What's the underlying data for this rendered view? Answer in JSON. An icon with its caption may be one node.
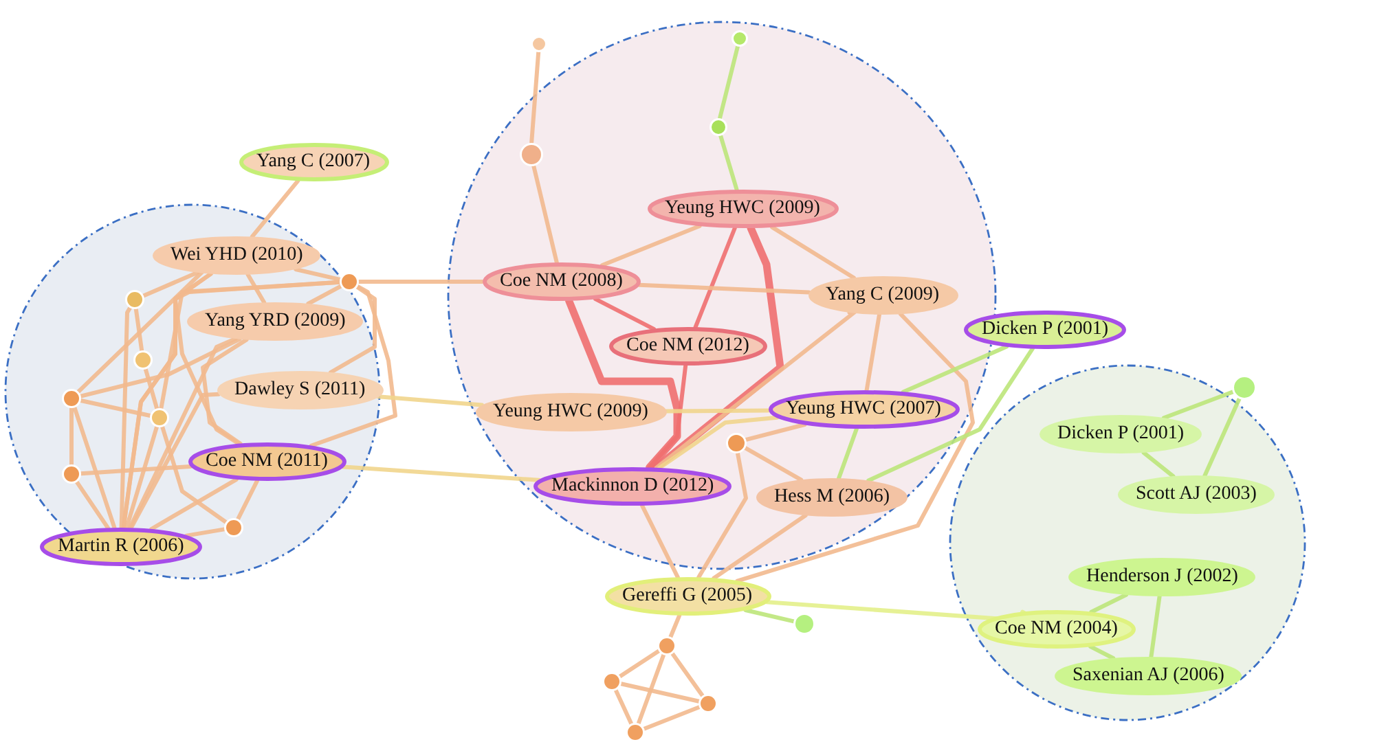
{
  "diagram": {
    "nodes": [
      {
        "text": [
          "Yang C (2007)"
        ]
      },
      {
        "text": [],
        "shape": "circle"
      },
      {
        "text": [
          "Wei YHD (2010)"
        ],
        "in": 1
      },
      {
        "text": [
          "Yang YRD (2009)"
        ],
        "in": 1
      },
      {
        "text": [],
        "shape": "circle",
        "in": 1
      },
      {
        "text": [],
        "shape": "circle",
        "in": 1
      },
      {
        "text": [],
        "shape": "circle",
        "in": 1
      },
      {
        "text": [],
        "shape": "circle",
        "in": 1
      },
      {
        "text": [
          "Dawley S (2011)"
        ],
        "in": 1
      },
      {
        "text": [],
        "shape": "circle",
        "in": 1
      },
      {
        "text": [
          "Coe NM (2011)"
        ],
        "in": 1
      },
      {
        "text": [],
        "shape": "circle",
        "in": 1
      },
      {
        "text": [],
        "shape": "circle",
        "in": 1
      },
      {
        "text": [
          "Martin R (2006)"
        ],
        "in": 1
      },
      {
        "text": [],
        "shape": "circle"
      },
      {
        "text": [],
        "shape": "circle"
      },
      {
        "text": [],
        "shape": "circle",
        "in": 14
      },
      {
        "text": [],
        "shape": "circle",
        "in": 14
      },
      {
        "text": [],
        "shape": "circle",
        "in": 14
      },
      {
        "text": [
          "Yeung HWC (2009)"
        ],
        "in": 14
      },
      {
        "text": [
          "Coe NM (2008)"
        ],
        "in": 14
      },
      {
        "text": [
          "Coe NM (2012)"
        ],
        "in": 14
      },
      {
        "text": [
          "Yang C (2009)"
        ],
        "in": 14
      },
      {
        "text": [
          "Dicken P (2001)"
        ]
      },
      {
        "text": [
          "Yeung HWC (2009)"
        ],
        "in": 14
      },
      {
        "text": [
          "Yeung HWC (2007)"
        ],
        "in": 14
      },
      {
        "text": [],
        "shape": "circle",
        "in": 14
      },
      {
        "text": [
          "Mackinnon D (2012)"
        ],
        "in": 14
      },
      {
        "text": [
          "Hess M (2006)"
        ],
        "in": 14
      },
      {
        "text": [
          "Gereffi G (2005)"
        ]
      },
      {
        "text": [],
        "shape": "circle"
      },
      {
        "text": [],
        "shape": "circle"
      },
      {
        "text": [],
        "shape": "circle"
      },
      {
        "text": [],
        "shape": "circle"
      },
      {
        "text": [],
        "shape": "circle"
      },
      {
        "text": [],
        "shape": "circle"
      },
      {
        "text": [],
        "shape": "circle"
      },
      {
        "text": [
          "Dicken P (2001)"
        ],
        "in": 35
      },
      {
        "text": [
          "Scott AJ (2003)"
        ],
        "in": 35
      },
      {
        "text": [
          "Henderson J (2002)"
        ],
        "in": 35
      },
      {
        "text": [
          "Coe NM (2004)"
        ],
        "in": 35
      },
      {
        "text": [
          "Saxenian AJ (2006)"
        ],
        "in": 35
      }
    ],
    "edges": [
      {
        "from": 2,
        "to": 0,
        "arrow": "none"
      },
      {
        "from": 2,
        "to": 4,
        "arrow": "none"
      },
      {
        "from": 2,
        "to": 3,
        "arrow": "none"
      },
      {
        "from": 5,
        "to": 2,
        "arrow": "none"
      },
      {
        "from": 7,
        "to": 2,
        "arrow": "none"
      },
      {
        "from": 2,
        "to": 10,
        "arrow": "none"
      },
      {
        "from": 13,
        "to": 2,
        "arrow": "none"
      },
      {
        "from": 3,
        "to": 4,
        "arrow": "none"
      },
      {
        "from": 7,
        "to": 3,
        "arrow": "none"
      },
      {
        "from": 3,
        "to": 10,
        "arrow": "none"
      },
      {
        "from": 13,
        "to": 3,
        "arrow": "none"
      },
      {
        "from": 8,
        "to": 4,
        "arrow": "none"
      },
      {
        "from": 9,
        "to": 4,
        "arrow": "none"
      },
      {
        "from": 10,
        "to": 4,
        "arrow": "none"
      },
      {
        "from": 13,
        "to": 4,
        "arrow": "none"
      },
      {
        "from": 4,
        "to": 20,
        "arrow": "none"
      },
      {
        "from": 5,
        "to": 6,
        "arrow": "none"
      },
      {
        "from": 13,
        "to": 5,
        "arrow": "none"
      },
      {
        "from": 9,
        "to": 6,
        "arrow": "none"
      },
      {
        "from": 7,
        "to": 9,
        "arrow": "none"
      },
      {
        "from": 11,
        "to": 7,
        "arrow": "none"
      },
      {
        "from": 13,
        "to": 7,
        "arrow": "none"
      },
      {
        "from": 9,
        "to": 12,
        "arrow": "none"
      },
      {
        "from": 13,
        "to": 9,
        "arrow": "none"
      },
      {
        "from": 11,
        "to": 10,
        "arrow": "none"
      },
      {
        "from": 12,
        "to": 10,
        "arrow": "none"
      },
      {
        "from": 13,
        "to": 10,
        "arrow": "none"
      },
      {
        "from": 13,
        "to": 11,
        "arrow": "none"
      },
      {
        "from": 13,
        "to": 12,
        "arrow": "none"
      },
      {
        "from": 13,
        "to": 8,
        "arrow": "none"
      },
      {
        "from": 8,
        "to": 24,
        "arrow": "none",
        "color": "#f1d58c"
      },
      {
        "from": 10,
        "to": 27,
        "arrow": "none",
        "color": "#f1d58c"
      },
      {
        "from": 17,
        "to": 15,
        "arrow": "none"
      },
      {
        "from": 17,
        "to": 20,
        "arrow": "none"
      },
      {
        "from": 18,
        "to": 16,
        "arrow": "none",
        "color": "#bde67a"
      },
      {
        "from": 18,
        "to": 19,
        "arrow": "none",
        "color": "#bde67a"
      },
      {
        "from": 20,
        "to": 19,
        "arrow": "none"
      },
      {
        "from": 21,
        "to": 19,
        "arrow": "none",
        "color": "#ef6f6f"
      },
      {
        "from": 27,
        "to": 19,
        "arrow": "none",
        "style": "thick",
        "color": "#ef6f6f"
      },
      {
        "from": 19,
        "to": 22,
        "arrow": "none"
      },
      {
        "from": 20,
        "to": 21,
        "arrow": "none",
        "color": "#ef6f6f"
      },
      {
        "from": 20,
        "to": 27,
        "arrow": "none",
        "style": "thick",
        "color": "#ef6f6f"
      },
      {
        "from": 20,
        "to": 22,
        "arrow": "none"
      },
      {
        "from": 27,
        "to": 21,
        "arrow": "none",
        "color": "#ef6f6f"
      },
      {
        "from": 27,
        "to": 22,
        "arrow": "none"
      },
      {
        "from": 22,
        "to": 25,
        "arrow": "none"
      },
      {
        "from": 29,
        "to": 22,
        "arrow": "none"
      },
      {
        "from": 24,
        "to": 25,
        "arrow": "none",
        "color": "#f1d58c"
      },
      {
        "from": 27,
        "to": 25,
        "arrow": "none",
        "color": "#f1d58c"
      },
      {
        "from": 25,
        "to": 23,
        "arrow": "none",
        "color": "#bde67a"
      },
      {
        "from": 25,
        "to": 28,
        "arrow": "none",
        "color": "#bde67a"
      },
      {
        "from": 28,
        "to": 23,
        "arrow": "none",
        "color": "#bde67a"
      },
      {
        "from": 26,
        "to": 25,
        "arrow": "none"
      },
      {
        "from": 26,
        "to": 28,
        "arrow": "none"
      },
      {
        "from": 29,
        "to": 26,
        "arrow": "none"
      },
      {
        "from": 29,
        "to": 28,
        "arrow": "none"
      },
      {
        "from": 27,
        "to": 29,
        "arrow": "none"
      },
      {
        "from": 29,
        "to": 30,
        "arrow": "none",
        "color": "#bde67a"
      },
      {
        "from": 29,
        "to": 40,
        "arrow": "none",
        "color": "#e3f08a"
      },
      {
        "from": 29,
        "to": 31,
        "arrow": "none"
      },
      {
        "from": 31,
        "to": 32,
        "arrow": "none"
      },
      {
        "from": 31,
        "to": 33,
        "arrow": "none"
      },
      {
        "from": 31,
        "to": 34,
        "arrow": "none"
      },
      {
        "from": 32,
        "to": 33,
        "arrow": "none"
      },
      {
        "from": 32,
        "to": 34,
        "arrow": "none"
      },
      {
        "from": 34,
        "to": 33,
        "arrow": "none"
      },
      {
        "from": 37,
        "to": 36,
        "arrow": "none",
        "color": "#bde67a"
      },
      {
        "from": 38,
        "to": 36,
        "arrow": "none",
        "color": "#bde67a"
      },
      {
        "from": 37,
        "to": 38,
        "arrow": "none",
        "color": "#bde67a"
      },
      {
        "from": 40,
        "to": 39,
        "arrow": "none",
        "color": "#bde67a"
      },
      {
        "from": 40,
        "to": 41,
        "arrow": "none",
        "color": "#bde67a"
      },
      {
        "from": 41,
        "to": 39,
        "arrow": "none",
        "color": "#bde67a"
      }
    ]
  }
}
